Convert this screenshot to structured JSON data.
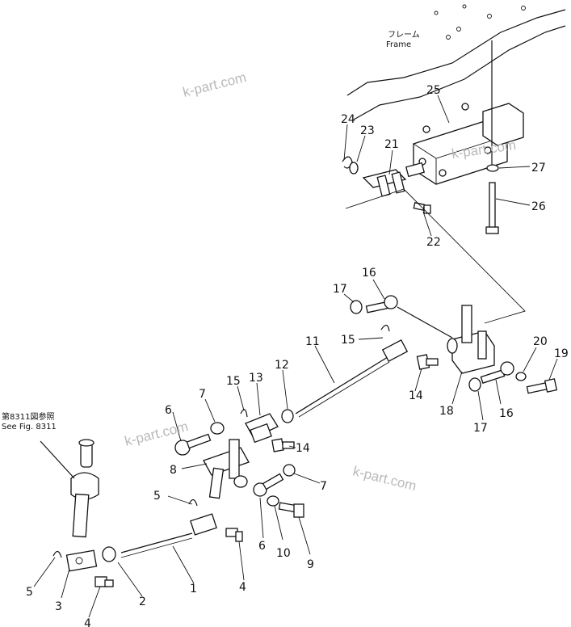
{
  "frame_label": {
    "jp": "フレーム",
    "en": "Frame"
  },
  "see_fig": {
    "jp": "第8311図参照",
    "en": "See Fig. 8311"
  },
  "watermark": "k-part.com",
  "callouts": {
    "c1": "1",
    "c2": "2",
    "c3": "3",
    "c4a": "4",
    "c4b": "4",
    "c5a": "5",
    "c5b": "5",
    "c6a": "6",
    "c6b": "6",
    "c7a": "7",
    "c7b": "7",
    "c8": "8",
    "c9": "9",
    "c10": "10",
    "c11": "11",
    "c12": "12",
    "c13": "13",
    "c14a": "14",
    "c14b": "14",
    "c15a": "15",
    "c15b": "15",
    "c16a": "16",
    "c16b": "16",
    "c17a": "17",
    "c17b": "17",
    "c18": "18",
    "c19": "19",
    "c20": "20",
    "c21": "21",
    "c22": "22",
    "c23": "23",
    "c24": "24",
    "c25": "25",
    "c26": "26",
    "c27": "27"
  }
}
